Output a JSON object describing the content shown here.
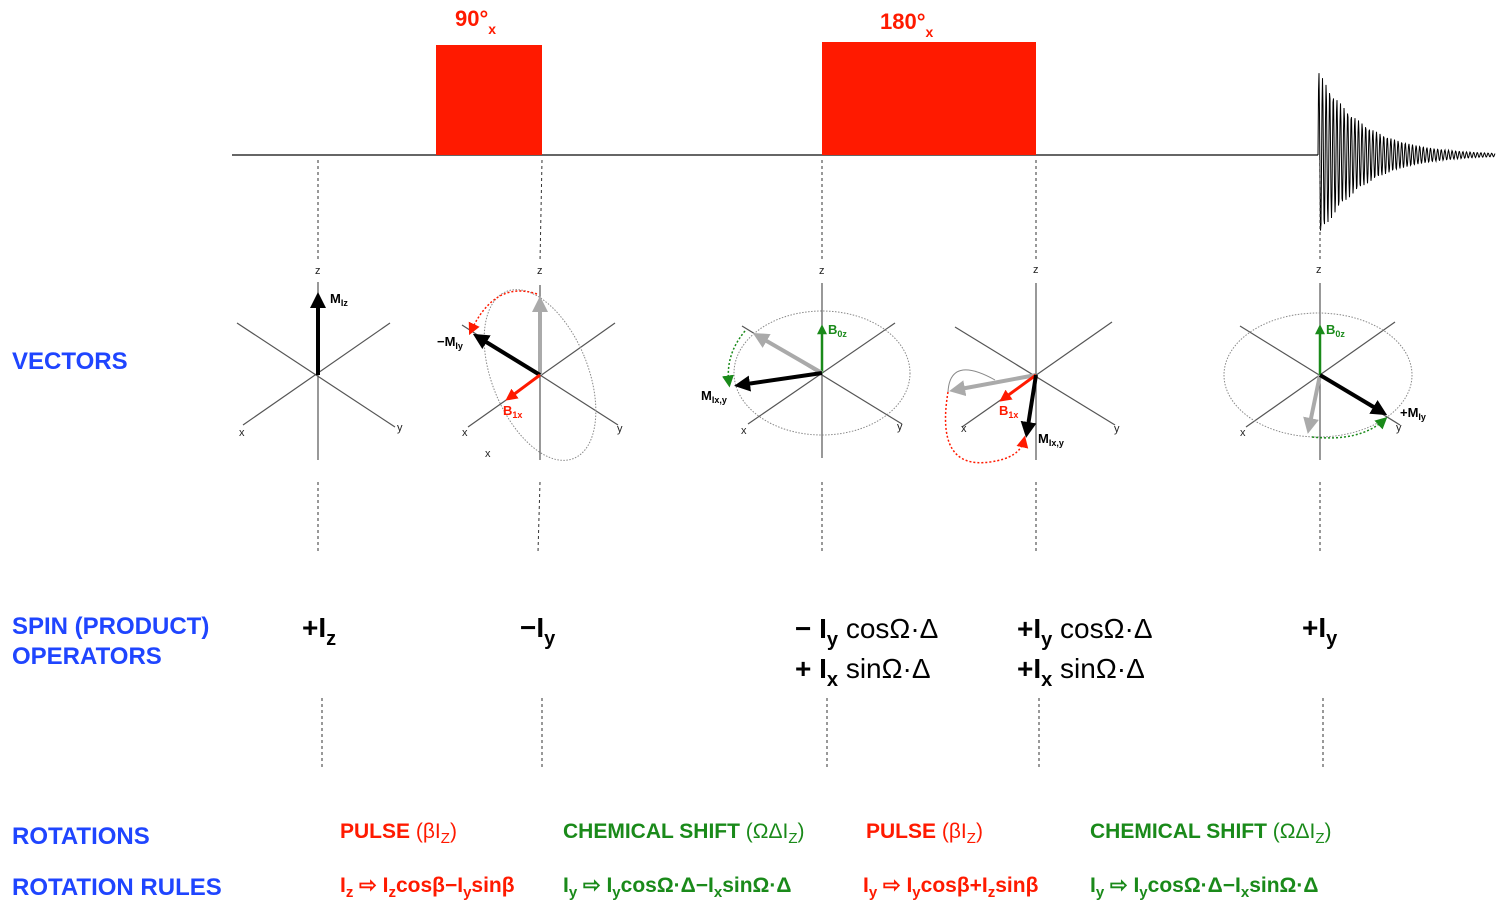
{
  "pulses": [
    {
      "angle": "90°",
      "phase": "x"
    },
    {
      "angle": "180°",
      "phase": "x"
    }
  ],
  "row_labels": {
    "vectors": "VECTORS",
    "spin_line1": "SPIN (PRODUCT)",
    "spin_line2": "OPERATORS",
    "rotations": "ROTATIONS",
    "rotation_rules": "ROTATION RULES"
  },
  "axes": {
    "x": "x",
    "y": "y",
    "z": "z"
  },
  "vector_labels": {
    "m_iz": {
      "main": "M",
      "sub": "Iz"
    },
    "neg_m_iy": {
      "main": "−M",
      "sub": "Iy"
    },
    "b1x": {
      "main": "B",
      "sub": "1x"
    },
    "b0z": {
      "main": "B",
      "sub": "0z"
    },
    "m_ixy": {
      "main": "M",
      "sub": "Ix,y"
    },
    "pos_m_iy": {
      "main": "+M",
      "sub": "Iy"
    }
  },
  "operators": {
    "op1": {
      "op": "+I",
      "sub": "z"
    },
    "op2": {
      "op": "−I",
      "sub": "y"
    },
    "op3a": {
      "op": "− I",
      "sub": "y",
      "rest": " cosΩ·Δ"
    },
    "op3b": {
      "op": "+ I",
      "sub": "x",
      "rest": " sinΩ·Δ"
    },
    "op4a": {
      "op": "+I",
      "sub": "y",
      "rest": " cosΩ·Δ"
    },
    "op4b": {
      "op": "+I",
      "sub": "x",
      "rest": " sinΩ·Δ"
    },
    "op5": {
      "op": "+I",
      "sub": "y"
    }
  },
  "rotations": [
    {
      "name": "PULSE",
      "open": " (βI",
      "sub": "Z",
      "close": ")",
      "color": "#ff1a00"
    },
    {
      "name": "CHEMICAL SHIFT",
      "open": " (ΩΔI",
      "sub": "Z",
      "close": ")",
      "color": "#1a8a1a"
    },
    {
      "name": "PULSE",
      "open": " (βI",
      "sub": "Z",
      "close": ")",
      "color": "#ff1a00"
    },
    {
      "name": "CHEMICAL SHIFT",
      "open": " (ΩΔI",
      "sub": "Z",
      "close": ")",
      "color": "#1a8a1a"
    }
  ],
  "rules": [
    [
      "I",
      "z",
      " ⇨ I",
      "z",
      "cosβ−I",
      "y",
      "sinβ"
    ],
    [
      "I",
      "y",
      " ⇨ I",
      "y",
      "cosΩ·Δ−I",
      "x",
      "sinΩ·Δ"
    ],
    [
      "I",
      "y",
      " ⇨ I",
      "y",
      "cosβ+I",
      "z",
      "sinβ"
    ],
    [
      "I",
      "y",
      " ⇨ I",
      "y",
      "cosΩ·Δ−I",
      "x",
      "sinΩ·Δ"
    ]
  ],
  "colors": {
    "pulse": "#ff1a00",
    "chem_shift": "#1a8a1a",
    "labels": "#1f45ff"
  }
}
